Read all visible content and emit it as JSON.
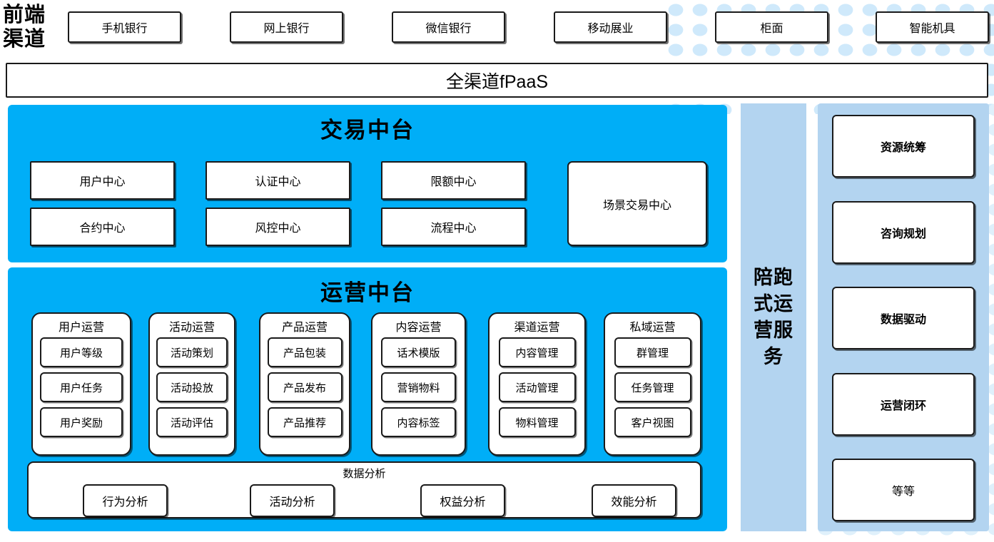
{
  "frontend": {
    "label_lines": [
      "前端",
      "渠道"
    ],
    "channels": [
      {
        "label": "手机银行"
      },
      {
        "label": "网上银行"
      },
      {
        "label": "微信银行"
      },
      {
        "label": "移动展业"
      },
      {
        "label": "柜面"
      },
      {
        "label": "智能机具"
      }
    ]
  },
  "fpaas": {
    "label": "全渠道fPaaS"
  },
  "transaction_center": {
    "title": "交易中台",
    "boxes": [
      {
        "label": "用户中心"
      },
      {
        "label": "认证中心"
      },
      {
        "label": "限额中心"
      },
      {
        "label": "合约中心"
      },
      {
        "label": "风控中心"
      },
      {
        "label": "流程中心"
      }
    ],
    "scene_box": {
      "label": "场景交易中心"
    }
  },
  "operation_center": {
    "title": "运营中台",
    "columns": [
      {
        "title": "用户运营",
        "items": [
          "用户等级",
          "用户任务",
          "用户奖励"
        ]
      },
      {
        "title": "活动运营",
        "items": [
          "活动策划",
          "活动投放",
          "活动评估"
        ]
      },
      {
        "title": "产品运营",
        "items": [
          "产品包装",
          "产品发布",
          "产品推荐"
        ]
      },
      {
        "title": "内容运营",
        "items": [
          "话术模版",
          "营销物料",
          "内容标签"
        ]
      },
      {
        "title": "渠道运营",
        "items": [
          "内容管理",
          "活动管理",
          "物料管理"
        ]
      },
      {
        "title": "私域运营",
        "items": [
          "群管理",
          "任务管理",
          "客户视图"
        ]
      }
    ],
    "data_analysis": {
      "title": "数据分析",
      "items": [
        "行为分析",
        "活动分析",
        "权益分析",
        "效能分析"
      ]
    }
  },
  "service_column": {
    "label": "陪跑式运营服务"
  },
  "capability_panel": {
    "boxes": [
      {
        "label": "资源统筹",
        "bold": true
      },
      {
        "label": "咨询规划",
        "bold": true
      },
      {
        "label": "数据驱动",
        "bold": true
      },
      {
        "label": "运营闭环",
        "bold": true
      },
      {
        "label": "等等",
        "bold": false
      }
    ]
  },
  "colors": {
    "cyan": "#00AEF7",
    "light_blue": "#b3d4f0",
    "dot_blue": "#cfe9fb",
    "border": "#1a1a1a",
    "white": "#ffffff"
  }
}
